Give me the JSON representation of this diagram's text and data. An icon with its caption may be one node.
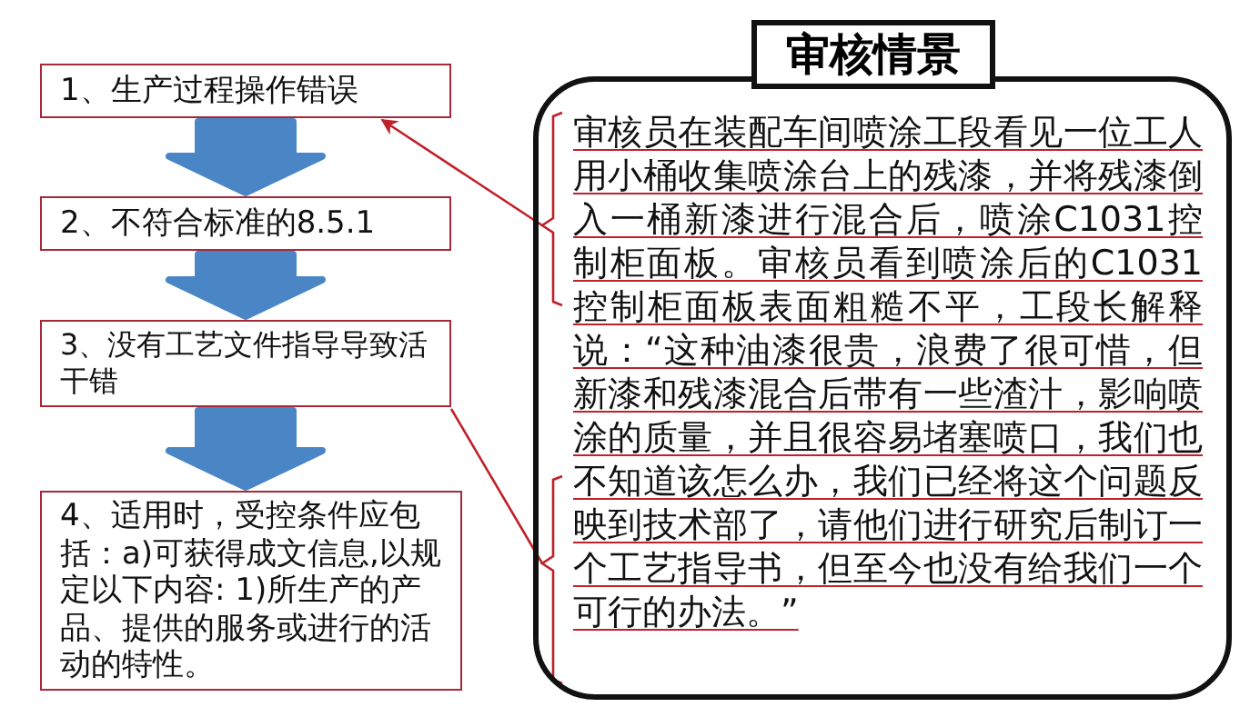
{
  "diagram": {
    "nodes": [
      {
        "text": [
          "1、生产过程操作错误"
        ]
      },
      {
        "text": [
          "2、不符合标准的8.5.1"
        ]
      },
      {
        "text": [
          "3、没有工艺文件指导导致活干错"
        ]
      },
      {
        "text": [
          "4、适用时，受控条件应包括：a)可获得成文信息,以规定以下内容: 1)所生产的产品、提供的服务或进行的活动的特性。"
        ]
      },
      {
        "text": [
          "审核情景",
          "审核员在装配车间喷涂工段看见一位工人用小桶收集喷涂台上的残漆，并将残漆倒入一桶新漆进行混合后，喷涂C1031控制柜面板。审核员看到喷涂后的C1031控制柜面板表面粗糙不平，工段长解释说：“这种油漆很贵，浪费了很可惜，但新漆和残漆混合后带有一些渣汁，影响喷涂的质量，并且很容易堵塞喷口，我们也不知道该怎么办，我们已经将这个问题反映到技术部了，请他们进行研究后制订一个工艺指导书，但至今也没有给我们一个可行的办法。”"
        ]
      }
    ],
    "edges": [
      {
        "from": 0,
        "to": 1,
        "arrow": "to",
        "style": "thick"
      },
      {
        "from": 1,
        "to": 2,
        "arrow": "to",
        "style": "thick"
      },
      {
        "from": 2,
        "to": 3,
        "arrow": "to",
        "style": "thick"
      },
      {
        "from": 4,
        "to": 0,
        "arrow": "to",
        "color": "#c0202a"
      },
      {
        "from": 4,
        "to": 2,
        "arrow": "none",
        "color": "#c0202a"
      }
    ]
  }
}
